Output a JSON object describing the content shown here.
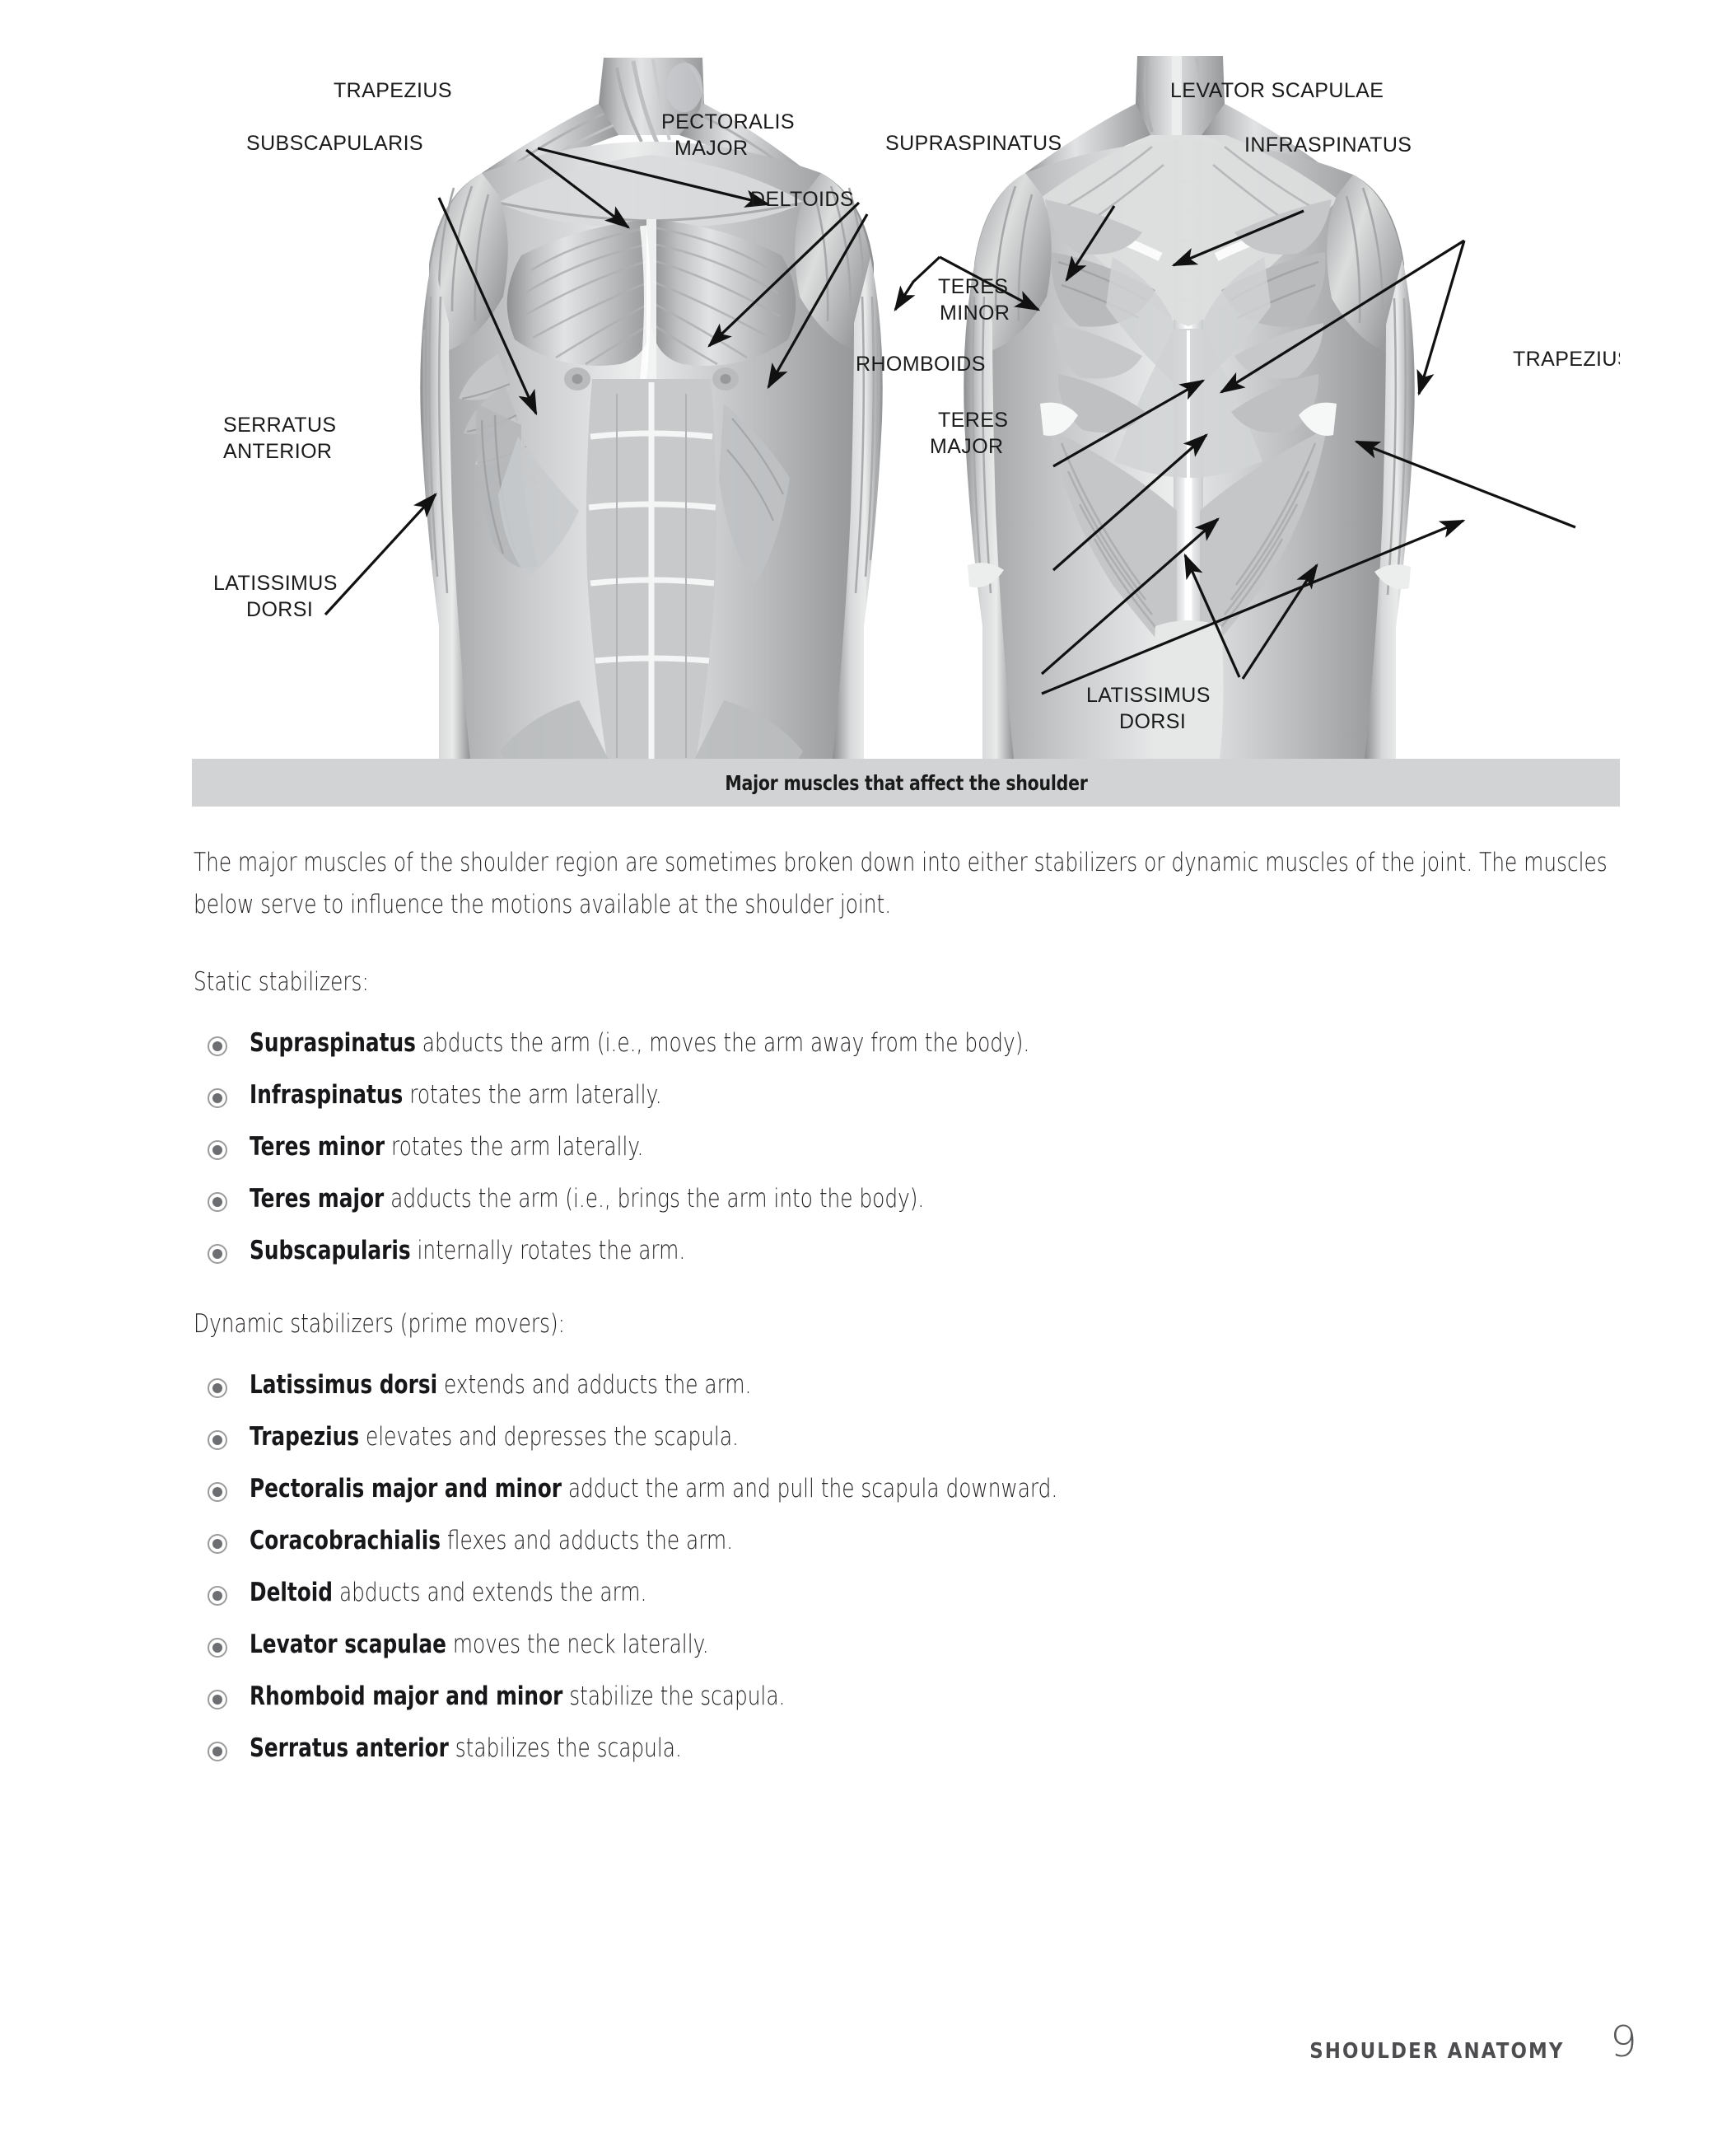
{
  "figure": {
    "caption": "Major muscles that affect the shoulder",
    "alt": "Anterior and posterior views of a human torso with major shoulder muscles labeled",
    "labels_anterior": [
      "TRAPEZIUS",
      "SUBSCAPULARIS",
      "PECTORALIS",
      "MAJOR",
      "DELTOIDS",
      "SERRATUS",
      "ANTERIOR",
      "LATISSIMUS",
      "DORSI"
    ],
    "labels_posterior": [
      "SUPRASPINATUS",
      "LEVATOR SCAPULAE",
      "INFRASPINATUS",
      "TERES",
      "MINOR",
      "RHOMBOIDS",
      "TERES",
      "MAJOR",
      "TRAPEZIUS",
      "LATISSIMUS",
      "DORSI"
    ],
    "label_trapezius": "TRAPEZIUS",
    "label_subscapularis": "SUBSCAPULARIS",
    "label_pectoralis_1": "PECTORALIS",
    "label_pectoralis_2": "MAJOR",
    "label_deltoids": "DELTOIDS",
    "label_serratus_1": "SERRATUS",
    "label_serratus_2": "ANTERIOR",
    "label_lat_1": "LATISSIMUS",
    "label_lat_2": "DORSI",
    "label_supraspinatus": "SUPRASPINATUS",
    "label_levator": "LEVATOR SCAPULAE",
    "label_infraspinatus": "INFRASPINATUS",
    "label_teres_minor_1": "TERES",
    "label_teres_minor_2": "MINOR",
    "label_rhomboids": "RHOMBOIDS",
    "label_teres_major_1": "TERES",
    "label_teres_major_2": "MAJOR",
    "label_trapezius_post": "TRAPEZIUS",
    "label_lat_post_1": "LATISSIMUS",
    "label_lat_post_2": "DORSI"
  },
  "body": {
    "intro": "The major muscles of the shoulder region are sometimes broken down into either stabilizers or dynamic muscles of the joint. The muscles below serve to influence the motions available at the shoulder joint.",
    "static_heading": "Static stabilizers:",
    "dynamic_heading": "Dynamic stabilizers (prime movers):"
  },
  "static_stabilizers": [
    {
      "term": "Supraspinatus",
      "desc": " abducts the arm (i.e., moves the arm away from the body)."
    },
    {
      "term": "Infraspinatus",
      "desc": " rotates the arm laterally."
    },
    {
      "term": "Teres minor",
      "desc": " rotates the arm laterally."
    },
    {
      "term": "Teres major",
      "desc": " adducts the arm (i.e., brings the arm into the body)."
    },
    {
      "term": "Subscapularis",
      "desc": " internally rotates the arm."
    }
  ],
  "dynamic_stabilizers": [
    {
      "term": "Latissimus dorsi",
      "desc": " extends and adducts the arm."
    },
    {
      "term": "Trapezius",
      "desc": " elevates and depresses the scapula."
    },
    {
      "term": "Pectoralis major and minor",
      "desc": " adduct the arm and pull the scapula downward."
    },
    {
      "term": "Coracobrachialis",
      "desc": " flexes and adducts the arm."
    },
    {
      "term": "Deltoid",
      "desc": " abducts and extends the arm."
    },
    {
      "term": "Levator scapulae",
      "desc": " moves the neck laterally."
    },
    {
      "term": "Rhomboid major and minor",
      "desc": " stabilize the scapula."
    },
    {
      "term": "Serratus anterior",
      "desc": " stabilizes the scapula."
    }
  ],
  "footer": {
    "title": "SHOULDER ANATOMY",
    "page_number": "9"
  },
  "colors": {
    "caption_bar": "#d1d3d4",
    "text": "#231f20",
    "footer_text": "#4d4d4f",
    "bullet_ring": "#9c9c9c",
    "bullet_dot": "#6d6e71"
  }
}
